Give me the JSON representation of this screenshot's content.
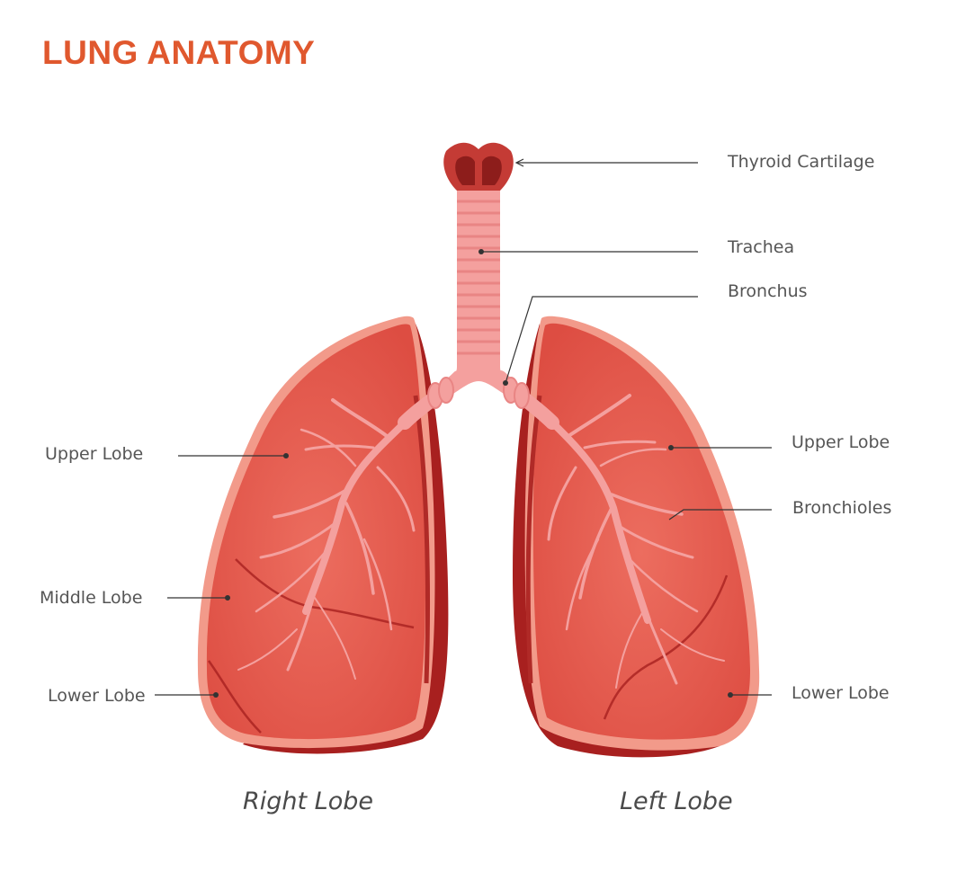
{
  "title": "LUNG ANATOMY",
  "colors": {
    "title": "#e0582e",
    "lung_main": "#e2564a",
    "lung_light": "#ef7a6a",
    "lung_dark": "#a8201f",
    "outline": "#f29a8a",
    "airway": "#f4a09e",
    "airway_ring": "#e98584",
    "cartilage": "#c43b35",
    "leader": "#333333"
  },
  "labels": {
    "thyroid_cartilage": "Thyroid Cartilage",
    "trachea": "Trachea",
    "bronchus": "Bronchus",
    "right_upper_lobe": "Upper Lobe",
    "right_middle_lobe": "Middle Lobe",
    "right_lower_lobe": "Lower Lobe",
    "left_upper_lobe": "Upper Lobe",
    "bronchioles": "Bronchioles",
    "left_lower_lobe": "Lower Lobe"
  },
  "sides": {
    "right": "Right Lobe",
    "left": "Left Lobe"
  }
}
